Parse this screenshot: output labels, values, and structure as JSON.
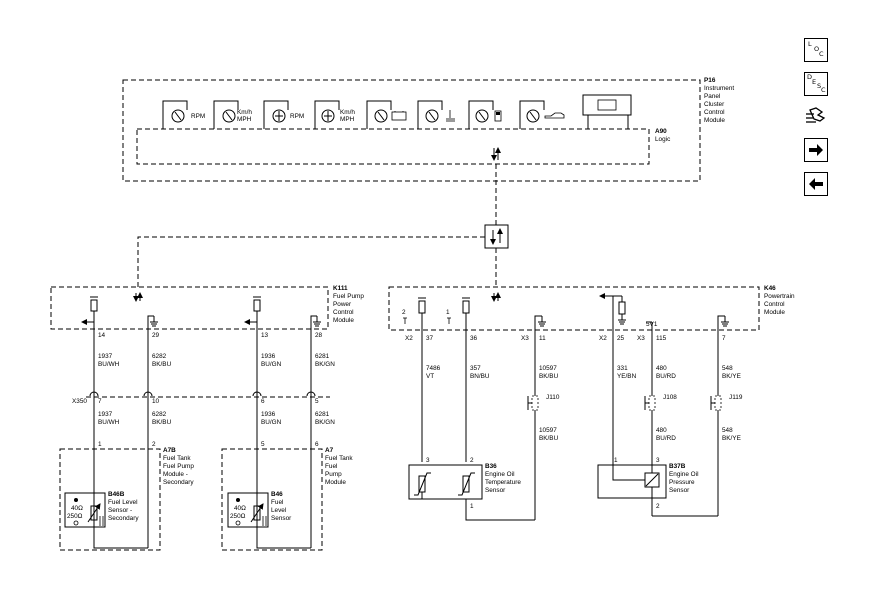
{
  "nav": {
    "loc": [
      "L",
      "O",
      "C"
    ],
    "desc": [
      "D",
      "E",
      "S",
      "C"
    ]
  },
  "ipc": {
    "title": [
      "P16",
      "Instrument",
      "Panel",
      "Cluster",
      "Control",
      "Module"
    ],
    "logic": [
      "A90",
      "Logic"
    ],
    "gauges": [
      {
        "label": [
          "RPM"
        ]
      },
      {
        "label": [
          "Km/h",
          "MPH"
        ]
      },
      {
        "label": [
          "RPM"
        ]
      },
      {
        "label": [
          "Km/h",
          "MPH"
        ]
      },
      {
        "label": []
      },
      {
        "label": []
      },
      {
        "label": []
      },
      {
        "label": []
      }
    ]
  },
  "k111": {
    "title": [
      "K111",
      "Fuel Pump",
      "Power",
      "Control",
      "Module"
    ],
    "pins": [
      "14",
      "29",
      "13",
      "28"
    ],
    "wires_top": [
      [
        "1937",
        "BU/WH"
      ],
      [
        "6282",
        "BK/BU"
      ],
      [
        "1936",
        "BU/GN"
      ],
      [
        "6281",
        "BK/GN"
      ]
    ],
    "x350": "X350",
    "x350_pins": [
      "7",
      "10",
      "6",
      "5"
    ],
    "wires_bottom": [
      [
        "1937",
        "BU/WH"
      ],
      [
        "6282",
        "BK/BU"
      ],
      [
        "1936",
        "BU/GN"
      ],
      [
        "6281",
        "BK/GN"
      ]
    ],
    "a7b_pins": [
      "1",
      "2"
    ],
    "a7_pins": [
      "5",
      "6"
    ]
  },
  "a7b": {
    "title": [
      "A7B",
      "Fuel Tank",
      "Fuel Pump",
      "Module -",
      "Secondary"
    ],
    "sensor": [
      "B46B",
      "Fuel Level",
      "Sensor -",
      "Secondary"
    ],
    "res": [
      "40Ω",
      "250Ω"
    ]
  },
  "a7": {
    "title": [
      "A7",
      "Fuel Tank",
      "Fuel",
      "Pump",
      "Module"
    ],
    "sensor": [
      "B46",
      "Fuel",
      "Level",
      "Sensor"
    ],
    "res": [
      "40Ω",
      "250Ω"
    ]
  },
  "k46": {
    "title": [
      "K46",
      "Powertrain",
      "Control",
      "Module"
    ],
    "ref_nums": [
      "2",
      "1"
    ],
    "connectors": [
      "X2",
      "X3",
      "X2",
      "X3"
    ],
    "pins": [
      "37",
      "36",
      "11",
      "25",
      "115",
      "7"
    ],
    "v5": "5V1",
    "wires": [
      [
        "7486",
        "VT"
      ],
      [
        "357",
        "BN/BU"
      ],
      [
        "10597",
        "BK/BU"
      ],
      [
        "331",
        "YE/BN"
      ],
      [
        "480",
        "BU/RD"
      ],
      [
        "548",
        "BK/YE"
      ]
    ],
    "splices": [
      "J110",
      "J108",
      "J119"
    ],
    "wires_lower": [
      [
        "10597",
        "BK/BU"
      ],
      [
        "480",
        "BU/RD"
      ],
      [
        "548",
        "BK/YE"
      ]
    ]
  },
  "b36": {
    "title": [
      "B36",
      "Engine Oil",
      "Temperature",
      "Sensor"
    ],
    "pins": [
      "3",
      "2",
      "1"
    ]
  },
  "b37b": {
    "title": [
      "B37B",
      "Engine Oil",
      "Pressure",
      "Sensor"
    ],
    "pins": [
      "1",
      "3",
      "2"
    ]
  }
}
